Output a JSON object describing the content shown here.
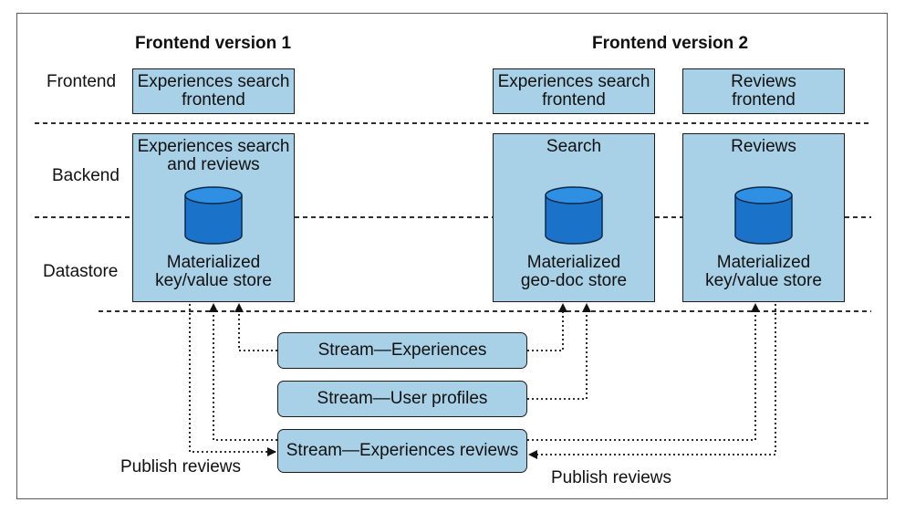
{
  "headers": {
    "v1": "Frontend version 1",
    "v2": "Frontend version 2"
  },
  "layers": {
    "frontend": "Frontend",
    "backend": "Backend",
    "datastore": "Datastore"
  },
  "boxes": {
    "v1_frontend": {
      "line1": "Experiences search",
      "line2": "frontend"
    },
    "v2_search_frontend": {
      "line1": "Experiences search",
      "line2": "frontend"
    },
    "v2_reviews_frontend": {
      "line1": "Reviews",
      "line2": "frontend"
    },
    "v1_backend": {
      "title1": "Experiences search",
      "title2": "and reviews",
      "store1": "Materialized",
      "store2": "key/value store"
    },
    "v2_search_backend": {
      "title1": "Search",
      "store1": "Materialized",
      "store2": "geo-doc store"
    },
    "v2_reviews_backend": {
      "title1": "Reviews",
      "store1": "Materialized",
      "store2": "key/value store"
    }
  },
  "streams": {
    "experiences": "Stream—Experiences",
    "user_profiles": "Stream—User profiles",
    "experience_reviews": "Stream—Experiences reviews"
  },
  "annotations": {
    "publish_left": "Publish reviews",
    "publish_right": "Publish reviews"
  },
  "colors": {
    "box_fill": "#a8d0e7",
    "db_fill": "#1a73c9",
    "db_top": "#2f8fe3",
    "border": "#1c1c1c"
  }
}
